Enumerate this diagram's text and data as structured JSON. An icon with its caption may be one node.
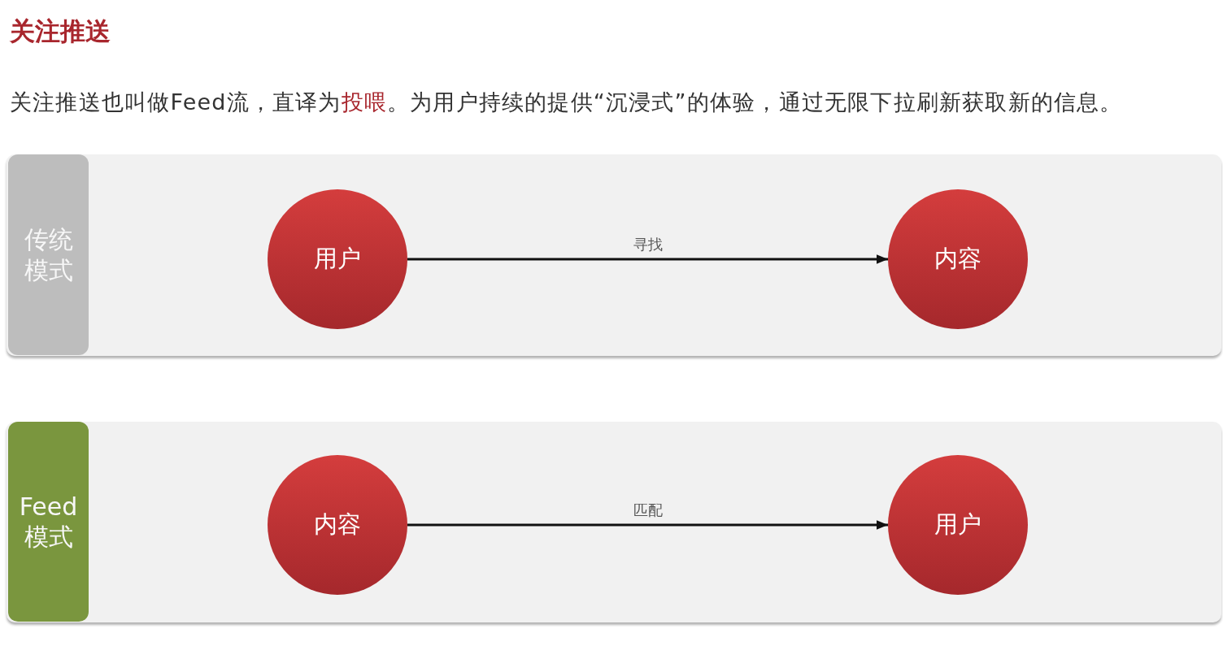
{
  "diagram": {
    "title": "关注推送",
    "nodes": [
      {
        "text": [
          "传统模式"
        ]
      },
      {
        "text": [
          "用户"
        ],
        "in": 0
      },
      {
        "text": [
          "内容"
        ],
        "in": 0
      },
      {
        "text": [
          "Feed模式"
        ]
      },
      {
        "text": [
          "内容"
        ],
        "in": 3
      },
      {
        "text": [
          "用户"
        ],
        "in": 3
      }
    ],
    "edges": [
      {
        "from": 1,
        "to": 2,
        "arrow": "to",
        "label": "寻找"
      },
      {
        "from": 4,
        "to": 5,
        "arrow": "to",
        "label": "匹配"
      }
    ],
    "labels": [
      "关注推送也叫做Feed流，直译为**投喂**。为用户持续的提供“沉浸式”的体验，通过无限下拉刷新获取新的信息。"
    ]
  }
}
